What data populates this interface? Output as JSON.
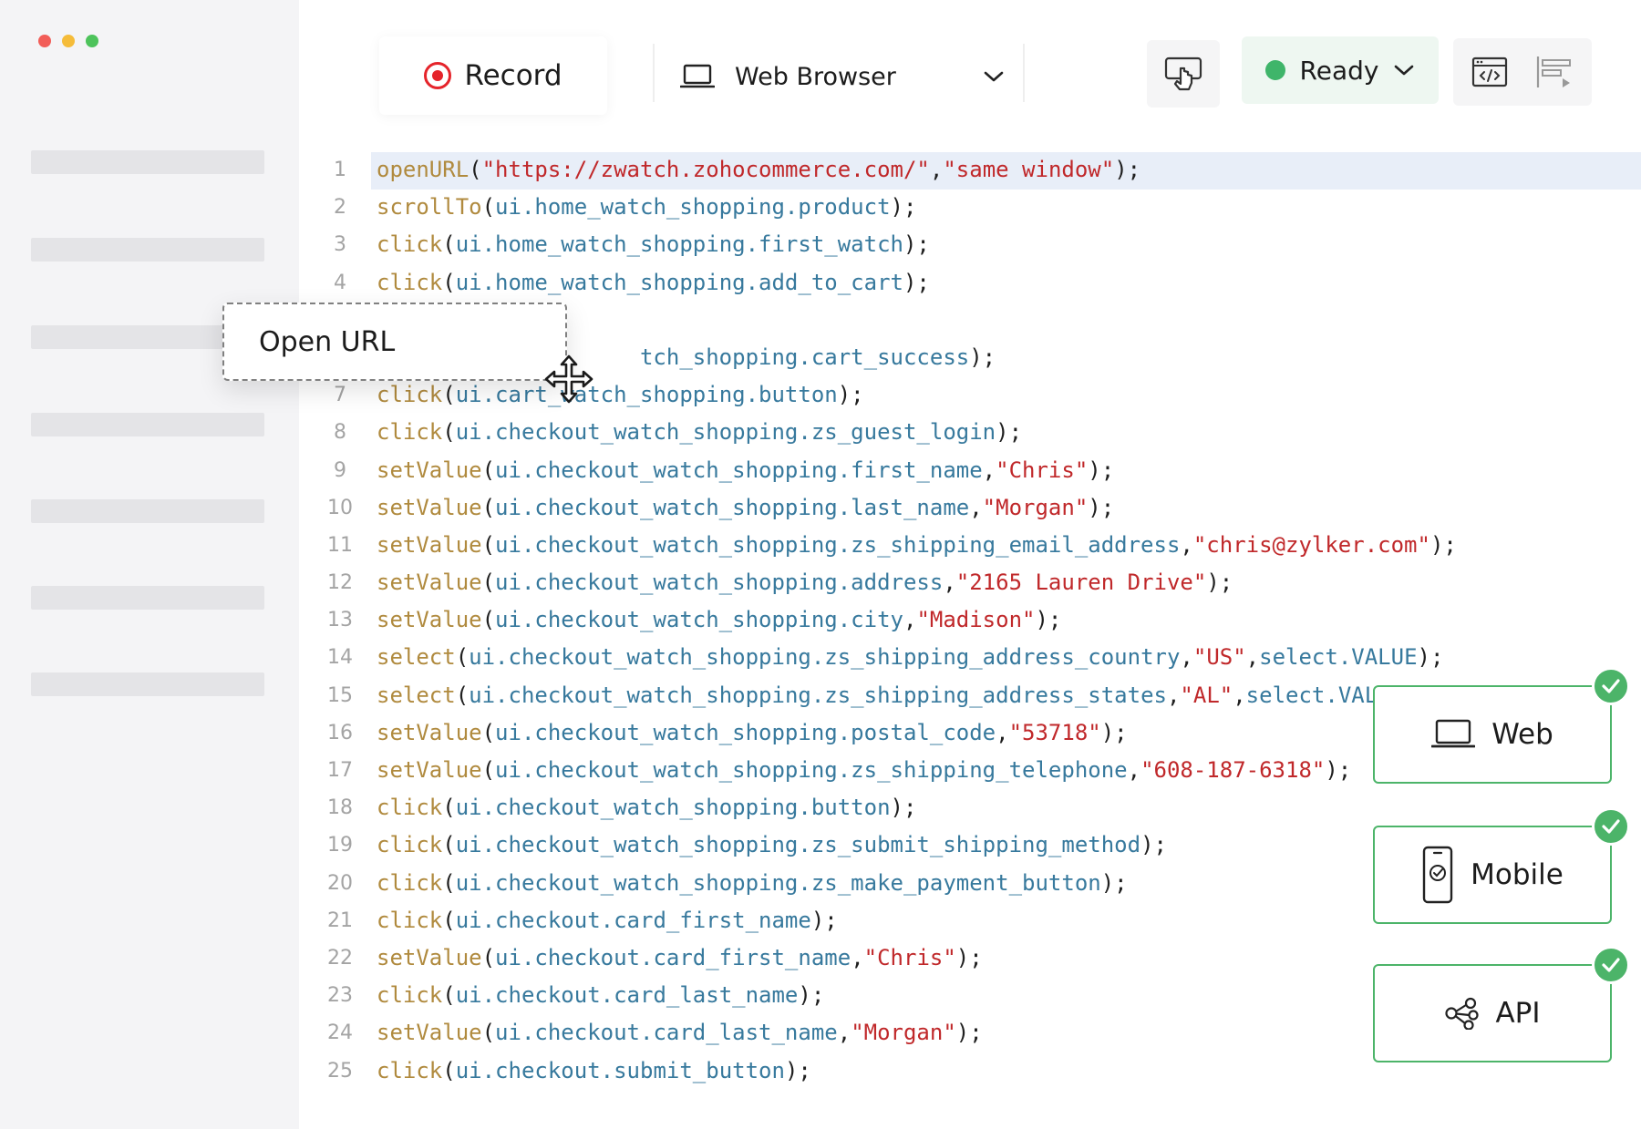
{
  "window": {
    "traffic_lights": {
      "red": "#f25d58",
      "yellow": "#f5bc3a",
      "green": "#4dc35b"
    }
  },
  "toolbar": {
    "record_label": "Record",
    "browser_label": "Web Browser",
    "status_label": "Ready",
    "record_color": "#e5242b",
    "status_color": "#3fb56a",
    "icons": [
      "laptop-icon",
      "chevron-down-icon",
      "pointer-click-icon",
      "code-view-icon",
      "align-play-icon"
    ]
  },
  "drag_card": {
    "label": "Open URL",
    "icon": "move-icon"
  },
  "code": {
    "highlighted_line": 1,
    "lines": [
      {
        "n": "1",
        "fn": "openURL",
        "tokens": [
          {
            "t": "(",
            "c": "p"
          },
          {
            "t": "\"https://zwatch.zohocommerce.com/\"",
            "c": "str"
          },
          {
            "t": ",",
            "c": "p"
          },
          {
            "t": "\"same window\"",
            "c": "str"
          },
          {
            "t": ");",
            "c": "p"
          }
        ]
      },
      {
        "n": "2",
        "fn": "scrollTo",
        "tokens": [
          {
            "t": "(",
            "c": "p"
          },
          {
            "t": "ui.home_watch_shopping.product",
            "c": "obj"
          },
          {
            "t": ");",
            "c": "p"
          }
        ]
      },
      {
        "n": "3",
        "fn": "click",
        "tokens": [
          {
            "t": "(",
            "c": "p"
          },
          {
            "t": "ui.home_watch_shopping.first_watch",
            "c": "obj"
          },
          {
            "t": ");",
            "c": "p"
          }
        ]
      },
      {
        "n": "4",
        "fn": "click",
        "tokens": [
          {
            "t": "(",
            "c": "p"
          },
          {
            "t": "ui.home_watch_shopping.add_to_cart",
            "c": "obj"
          },
          {
            "t": ");",
            "c": "p"
          }
        ]
      },
      {
        "n": "",
        "fn": "",
        "tokens": []
      },
      {
        "n": "",
        "fn": "",
        "tokens": [
          {
            "t": "                    ",
            "c": "p"
          },
          {
            "t": "tch_shopping.cart_success",
            "c": "obj"
          },
          {
            "t": ");",
            "c": "p"
          }
        ]
      },
      {
        "n": "7",
        "fn": "click",
        "tokens": [
          {
            "t": "(",
            "c": "p"
          },
          {
            "t": "ui.cart_watch_shopping.button",
            "c": "obj"
          },
          {
            "t": ");",
            "c": "p"
          }
        ]
      },
      {
        "n": "8",
        "fn": "click",
        "tokens": [
          {
            "t": "(",
            "c": "p"
          },
          {
            "t": "ui.checkout_watch_shopping.zs_guest_login",
            "c": "obj"
          },
          {
            "t": ");",
            "c": "p"
          }
        ]
      },
      {
        "n": "9",
        "fn": "setValue",
        "tokens": [
          {
            "t": "(",
            "c": "p"
          },
          {
            "t": "ui.checkout_watch_shopping.first_name",
            "c": "obj"
          },
          {
            "t": ",",
            "c": "p"
          },
          {
            "t": "\"Chris\"",
            "c": "str"
          },
          {
            "t": ");",
            "c": "p"
          }
        ]
      },
      {
        "n": "10",
        "fn": "setValue",
        "tokens": [
          {
            "t": "(",
            "c": "p"
          },
          {
            "t": "ui.checkout_watch_shopping.last_name",
            "c": "obj"
          },
          {
            "t": ",",
            "c": "p"
          },
          {
            "t": "\"Morgan\"",
            "c": "str"
          },
          {
            "t": ");",
            "c": "p"
          }
        ]
      },
      {
        "n": "11",
        "fn": "setValue",
        "tokens": [
          {
            "t": "(",
            "c": "p"
          },
          {
            "t": "ui.checkout_watch_shopping.zs_shipping_email_address",
            "c": "obj"
          },
          {
            "t": ",",
            "c": "p"
          },
          {
            "t": "\"chris@zylker.com\"",
            "c": "str"
          },
          {
            "t": ");",
            "c": "p"
          }
        ]
      },
      {
        "n": "12",
        "fn": "setValue",
        "tokens": [
          {
            "t": "(",
            "c": "p"
          },
          {
            "t": "ui.checkout_watch_shopping.address",
            "c": "obj"
          },
          {
            "t": ",",
            "c": "p"
          },
          {
            "t": "\"2165 Lauren Drive\"",
            "c": "str"
          },
          {
            "t": ");",
            "c": "p"
          }
        ]
      },
      {
        "n": "13",
        "fn": "setValue",
        "tokens": [
          {
            "t": "(",
            "c": "p"
          },
          {
            "t": "ui.checkout_watch_shopping.city",
            "c": "obj"
          },
          {
            "t": ",",
            "c": "p"
          },
          {
            "t": "\"Madison\"",
            "c": "str"
          },
          {
            "t": ");",
            "c": "p"
          }
        ]
      },
      {
        "n": "14",
        "fn": "select",
        "tokens": [
          {
            "t": "(",
            "c": "p"
          },
          {
            "t": "ui.checkout_watch_shopping.zs_shipping_address_country",
            "c": "obj"
          },
          {
            "t": ",",
            "c": "p"
          },
          {
            "t": "\"US\"",
            "c": "str"
          },
          {
            "t": ",",
            "c": "p"
          },
          {
            "t": "select.VALUE",
            "c": "obj"
          },
          {
            "t": ");",
            "c": "p"
          }
        ]
      },
      {
        "n": "15",
        "fn": "select",
        "tokens": [
          {
            "t": "(",
            "c": "p"
          },
          {
            "t": "ui.checkout_watch_shopping.zs_shipping_address_states",
            "c": "obj"
          },
          {
            "t": ",",
            "c": "p"
          },
          {
            "t": "\"AL\"",
            "c": "str"
          },
          {
            "t": ",",
            "c": "p"
          },
          {
            "t": "select.VALU",
            "c": "obj"
          }
        ]
      },
      {
        "n": "16",
        "fn": "setValue",
        "tokens": [
          {
            "t": "(",
            "c": "p"
          },
          {
            "t": "ui.checkout_watch_shopping.postal_code",
            "c": "obj"
          },
          {
            "t": ",",
            "c": "p"
          },
          {
            "t": "\"53718\"",
            "c": "str"
          },
          {
            "t": ");",
            "c": "p"
          }
        ]
      },
      {
        "n": "17",
        "fn": "setValue",
        "tokens": [
          {
            "t": "(",
            "c": "p"
          },
          {
            "t": "ui.checkout_watch_shopping.zs_shipping_telephone",
            "c": "obj"
          },
          {
            "t": ",",
            "c": "p"
          },
          {
            "t": "\"608-187-6318\"",
            "c": "str"
          },
          {
            "t": ");",
            "c": "p"
          }
        ]
      },
      {
        "n": "18",
        "fn": "click",
        "tokens": [
          {
            "t": "(",
            "c": "p"
          },
          {
            "t": "ui.checkout_watch_shopping.button",
            "c": "obj"
          },
          {
            "t": ");",
            "c": "p"
          }
        ]
      },
      {
        "n": "19",
        "fn": "click",
        "tokens": [
          {
            "t": "(",
            "c": "p"
          },
          {
            "t": "ui.checkout_watch_shopping.zs_submit_shipping_method",
            "c": "obj"
          },
          {
            "t": ");",
            "c": "p"
          }
        ]
      },
      {
        "n": "20",
        "fn": "click",
        "tokens": [
          {
            "t": "(",
            "c": "p"
          },
          {
            "t": "ui.checkout_watch_shopping.zs_make_payment_button",
            "c": "obj"
          },
          {
            "t": ");",
            "c": "p"
          }
        ]
      },
      {
        "n": "21",
        "fn": "click",
        "tokens": [
          {
            "t": "(",
            "c": "p"
          },
          {
            "t": "ui.checkout.card_first_name",
            "c": "obj"
          },
          {
            "t": ");",
            "c": "p"
          }
        ]
      },
      {
        "n": "22",
        "fn": "setValue",
        "tokens": [
          {
            "t": "(",
            "c": "p"
          },
          {
            "t": "ui.checkout.card_first_name",
            "c": "obj"
          },
          {
            "t": ",",
            "c": "p"
          },
          {
            "t": "\"Chris\"",
            "c": "str"
          },
          {
            "t": ");",
            "c": "p"
          }
        ]
      },
      {
        "n": "23",
        "fn": "click",
        "tokens": [
          {
            "t": "(",
            "c": "p"
          },
          {
            "t": "ui.checkout.card_last_name",
            "c": "obj"
          },
          {
            "t": ");",
            "c": "p"
          }
        ]
      },
      {
        "n": "24",
        "fn": "setValue",
        "tokens": [
          {
            "t": "(",
            "c": "p"
          },
          {
            "t": "ui.checkout.card_last_name",
            "c": "obj"
          },
          {
            "t": ",",
            "c": "p"
          },
          {
            "t": "\"Morgan\"",
            "c": "str"
          },
          {
            "t": ");",
            "c": "p"
          }
        ]
      },
      {
        "n": "25",
        "fn": "click",
        "tokens": [
          {
            "t": "(",
            "c": "p"
          },
          {
            "t": "ui.checkout.submit_button",
            "c": "obj"
          },
          {
            "t": ");",
            "c": "p"
          }
        ]
      }
    ],
    "colors": {
      "function": "#b08a3e",
      "object": "#37799d",
      "string": "#c0282a",
      "punct": "#1f1f1f",
      "highlight": "#e8eef8"
    }
  },
  "platforms": {
    "accent": "#4cb469",
    "items": [
      {
        "label": "Web",
        "icon": "laptop-icon",
        "checked": true
      },
      {
        "label": "Mobile",
        "icon": "mobile-icon",
        "checked": true
      },
      {
        "label": "API",
        "icon": "share-nodes-icon",
        "checked": true
      }
    ]
  }
}
